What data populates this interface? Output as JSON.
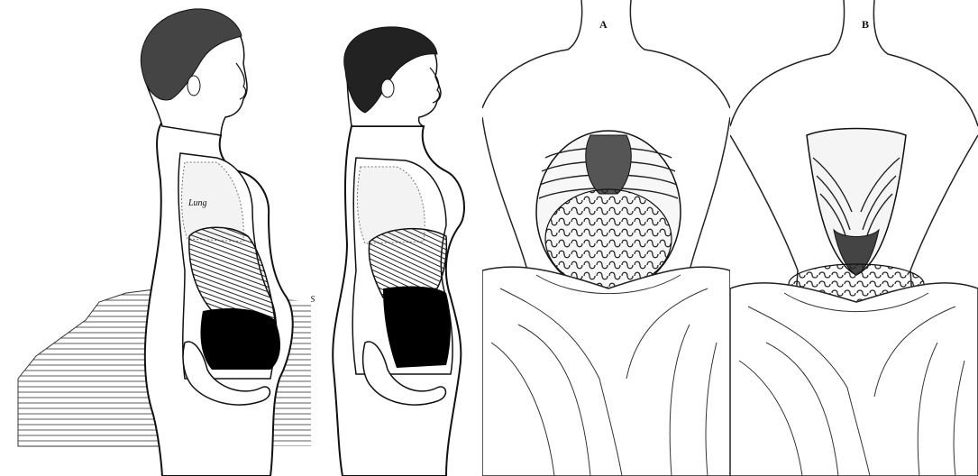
{
  "figure": {
    "panels": [
      {
        "id": "p1",
        "letter": ""
      },
      {
        "id": "p2",
        "letter": ""
      },
      {
        "id": "p3",
        "letter": "A"
      },
      {
        "id": "p4",
        "letter": "B"
      }
    ],
    "labels": {
      "lung": "Lung",
      "monogram": "DS"
    },
    "colors": {
      "ink": "#111111",
      "paper": "#ffffff",
      "organ_dark": "#000000",
      "organ_mid": "#555555"
    }
  }
}
